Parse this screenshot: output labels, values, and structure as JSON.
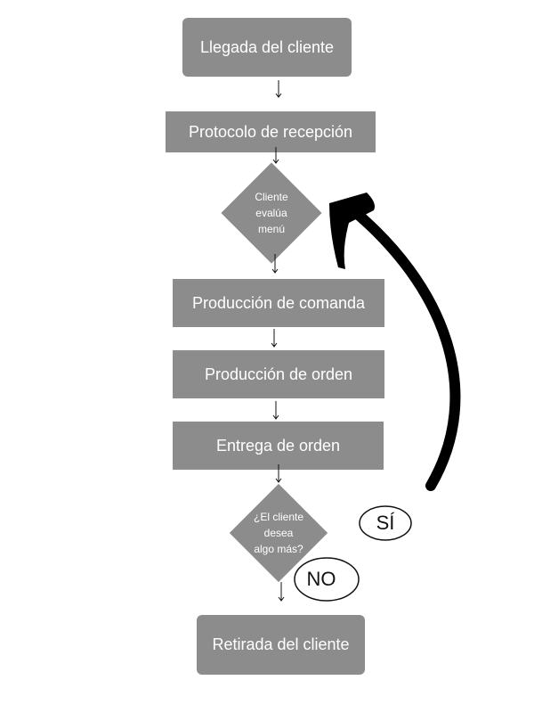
{
  "nodes": {
    "arrival": "Llegada del cliente",
    "reception": "Protocolo de recepción",
    "evaluate": "Cliente\nevalúa\nmenú",
    "command": "Producción de comanda",
    "order": "Producción de orden",
    "delivery": "Entrega de orden",
    "more": "¿El cliente\ndesea\nalgo más?",
    "exit": "Retirada del cliente"
  },
  "branches": {
    "yes": "SÍ",
    "no": "NO"
  },
  "colors": {
    "node_fill": "#8c8c8c",
    "node_text": "#ffffff",
    "ink": "#111111"
  }
}
